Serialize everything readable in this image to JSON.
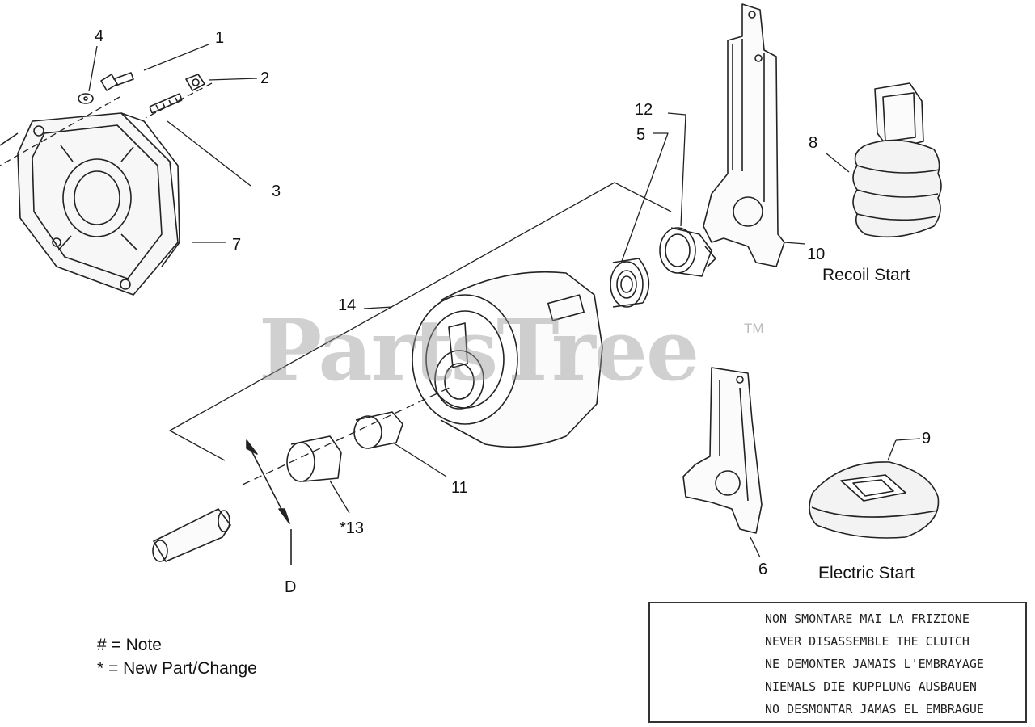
{
  "callouts": {
    "p1": "1",
    "p2": "2",
    "p3": "3",
    "p4": "4",
    "p5": "5",
    "p6": "6",
    "p7": "7",
    "p8": "8",
    "p9": "9",
    "p10": "10",
    "p11": "11",
    "p12": "12",
    "p13": "*13",
    "p14": "14",
    "pD": "D"
  },
  "captions": {
    "recoil": "Recoil Start",
    "electric": "Electric Start"
  },
  "legend": {
    "note": "# = Note",
    "new_part": "* = New Part/Change"
  },
  "watermark": {
    "text": "PartsTree",
    "tm": "TM"
  },
  "warning": {
    "lines": [
      "NON SMONTARE MAI LA FRIZIONE",
      "NEVER DISASSEMBLE THE CLUTCH",
      "NE DEMONTER JAMAIS L'EMBRAYAGE",
      "NIEMALS DIE KUPPLUNG AUSBAUEN",
      "NO DESMONTAR JAMAS EL EMBRAGUE"
    ]
  }
}
